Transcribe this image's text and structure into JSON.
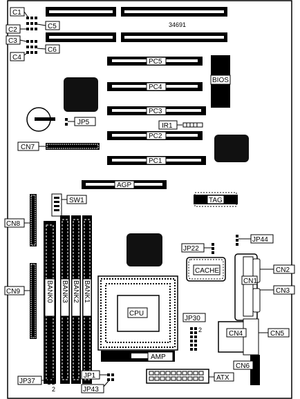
{
  "board": {
    "model": "34691",
    "labels": {
      "c1": "C1",
      "c2": "C2",
      "c3": "C3",
      "c4": "C4",
      "c5": "C5",
      "c6": "C6",
      "pc1": "PC1",
      "pc2": "PC2",
      "pc3": "PC3",
      "pc4": "PC4",
      "pc5": "PC5",
      "bios": "BIOS",
      "ir1": "IR1",
      "jp5": "JP5",
      "cn7": "CN7",
      "agp": "AGP",
      "sw1": "SW1",
      "tag": "TAG",
      "cn8": "CN8",
      "cn9": "CN9",
      "bank0": "BANK0",
      "bank3": "BANK3",
      "bank2": "BANK2",
      "bank1": "BANK1",
      "jp22": "JP22",
      "jp44": "JP44",
      "cache": "CACHE",
      "cn1": "CN1",
      "cn2": "CN2",
      "cn3": "CN3",
      "cpu": "CPU",
      "jp30": "JP30",
      "jp30_pin": "2",
      "cn4": "CN4",
      "cn5": "CN5",
      "amp": "AMP",
      "cn6": "CN6",
      "jp37": "JP37",
      "jp37_pin": "2",
      "jp1": "JP1",
      "jp43": "JP43",
      "atx": "ATX"
    }
  }
}
